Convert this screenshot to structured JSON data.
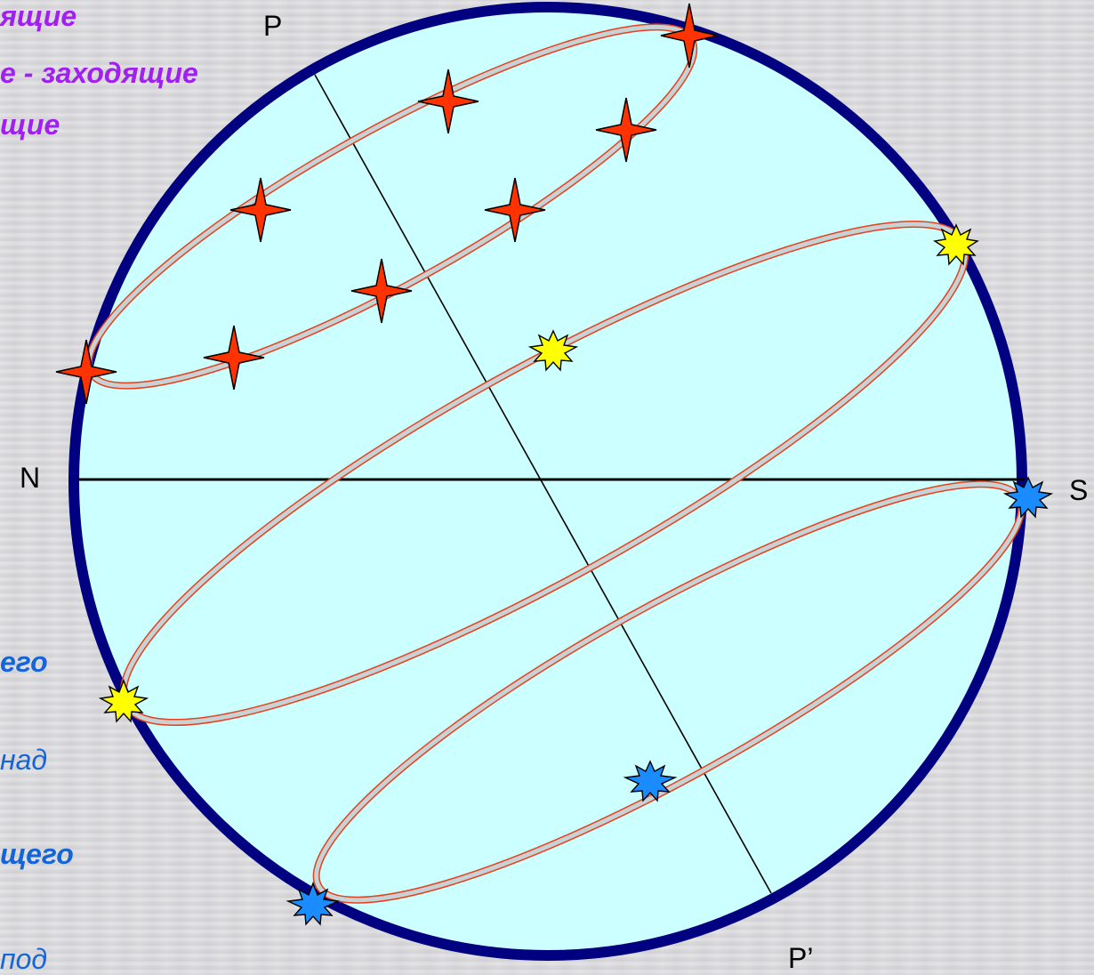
{
  "left_text": {
    "line1": "ящие",
    "line2": "е - заходящие",
    "line3": "щие",
    "line4": "его",
    "line5": "над",
    "line6": "щего",
    "line7": "под"
  },
  "labels": {
    "pole_north": "P",
    "pole_south": "P’",
    "north": "N",
    "south": "S"
  },
  "colors": {
    "sphere_fill": "#ccffff",
    "sphere_outline": "#000080",
    "orbit_line": "#e8401c",
    "orbit_band": "#c8d2d4",
    "star_non_setting": "#ff3300",
    "star_rising_setting": "#ffff00",
    "star_non_rising": "#1a8cff",
    "text_purple": "#a020f0",
    "text_blue": "#1565d8"
  },
  "icons": {
    "non_setting": "four-point-star-icon",
    "rising_setting": "burst-star-yellow-icon",
    "non_rising": "burst-star-blue-icon"
  }
}
